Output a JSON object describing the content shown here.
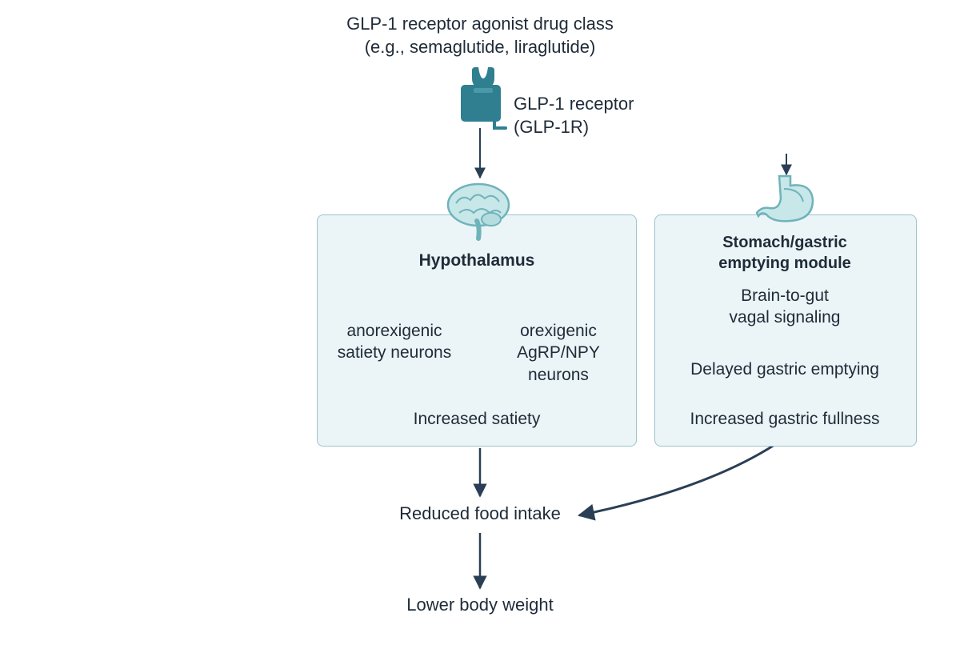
{
  "title_line1": "GLP-1 receptor agonist drug class",
  "title_line2": "(e.g., semaglutide, liraglutide)",
  "receptor_line1": "GLP-1 receptor",
  "receptor_line2": "(GLP-1R)",
  "hypothalamus": {
    "title": "Hypothalamus",
    "anorexigenic_line1": "anorexigenic",
    "anorexigenic_line2": "satiety neurons",
    "orexigenic_line1": "orexigenic",
    "orexigenic_line2": "AgRP/NPY",
    "orexigenic_line3": "neurons",
    "outcome": "Increased satiety"
  },
  "stomach": {
    "title_line1": "Stomach/gastric",
    "title_line2": "emptying module",
    "step1_line1": "Brain-to-gut",
    "step1_line2": "vagal signaling",
    "step2": "Delayed gastric emptying",
    "step3": "Increased gastric fullness"
  },
  "reduced_intake": "Reduced food intake",
  "lower_weight": "Lower body weight",
  "icons": [
    "receptor-icon",
    "brain-icon",
    "stomach-icon"
  ],
  "colors": {
    "arrow": "#2a3f55",
    "box_fill": "#ebf4f6",
    "box_border": "#9cc4cf",
    "receptor": "#2f7f91",
    "organ": "#88c6cc"
  }
}
